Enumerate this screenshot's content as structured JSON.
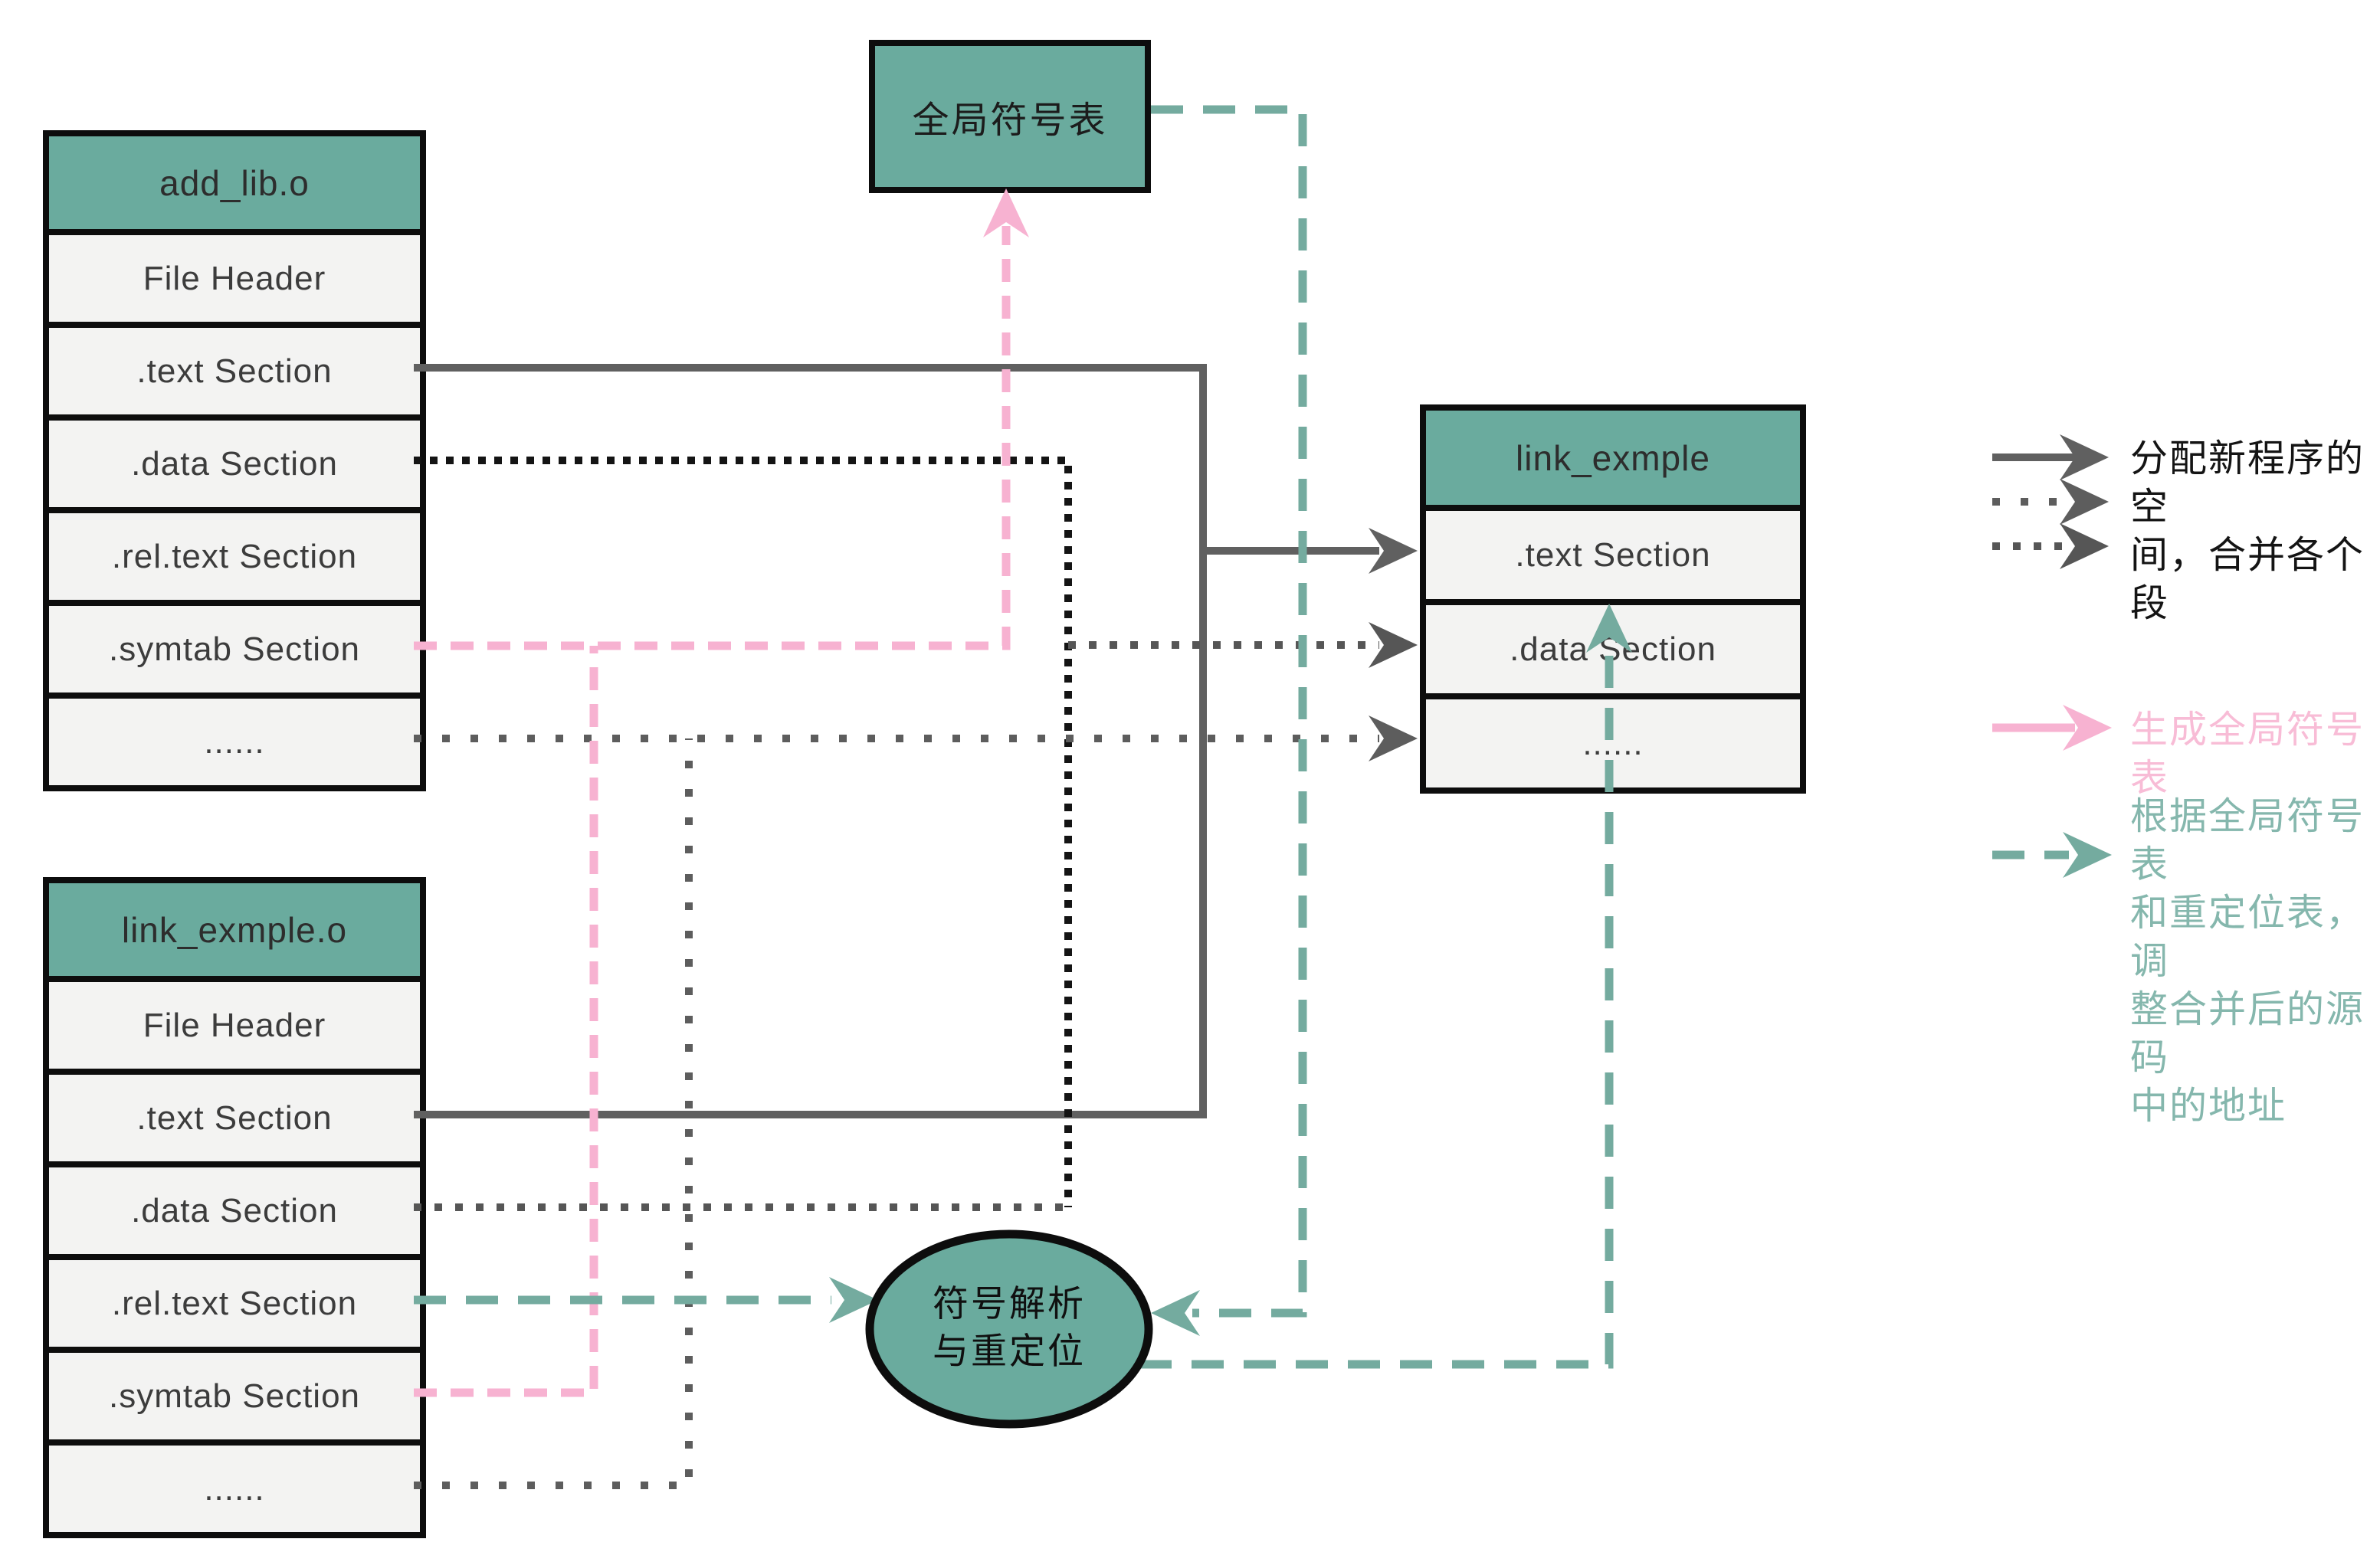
{
  "boxes": {
    "global_symbol_table": "全局符号表",
    "resolver_ellipse": "符号解析\n与重定位"
  },
  "tables": {
    "add_lib": {
      "title": "add_lib.o",
      "rows": [
        "File Header",
        ".text Section",
        ".data Section",
        ".rel.text Section",
        ".symtab Section",
        "......"
      ]
    },
    "link_exmple_o": {
      "title": "link_exmple.o",
      "rows": [
        "File Header",
        ".text Section",
        ".data Section",
        ".rel.text Section",
        ".symtab Section",
        "......"
      ]
    },
    "link_exmple": {
      "title": "link_exmple",
      "rows": [
        ".text Section",
        ".data Section",
        "......"
      ]
    }
  },
  "legend": {
    "allocate_merge": "分配新程序的空\n间，合并各个段",
    "gen_symtab": "生成全局符号表",
    "relocate": "根据全局符号表\n和重定位表，调\n整合并后的源码\n中的地址"
  },
  "colors": {
    "teal_fill": "#6aab9e",
    "teal_line": "#74ab9f",
    "teal_text": "#85b7ad",
    "pink_line": "#f7b2d1",
    "pink_text": "#f8bcd6",
    "gray_solid": "#606060",
    "gray_sparse_dot": "#5d5d5d",
    "gray_dense_dot": "#565656",
    "black_dot": "#141414",
    "row_bg": "#f3f3f2",
    "border": "#0d0d0d"
  }
}
